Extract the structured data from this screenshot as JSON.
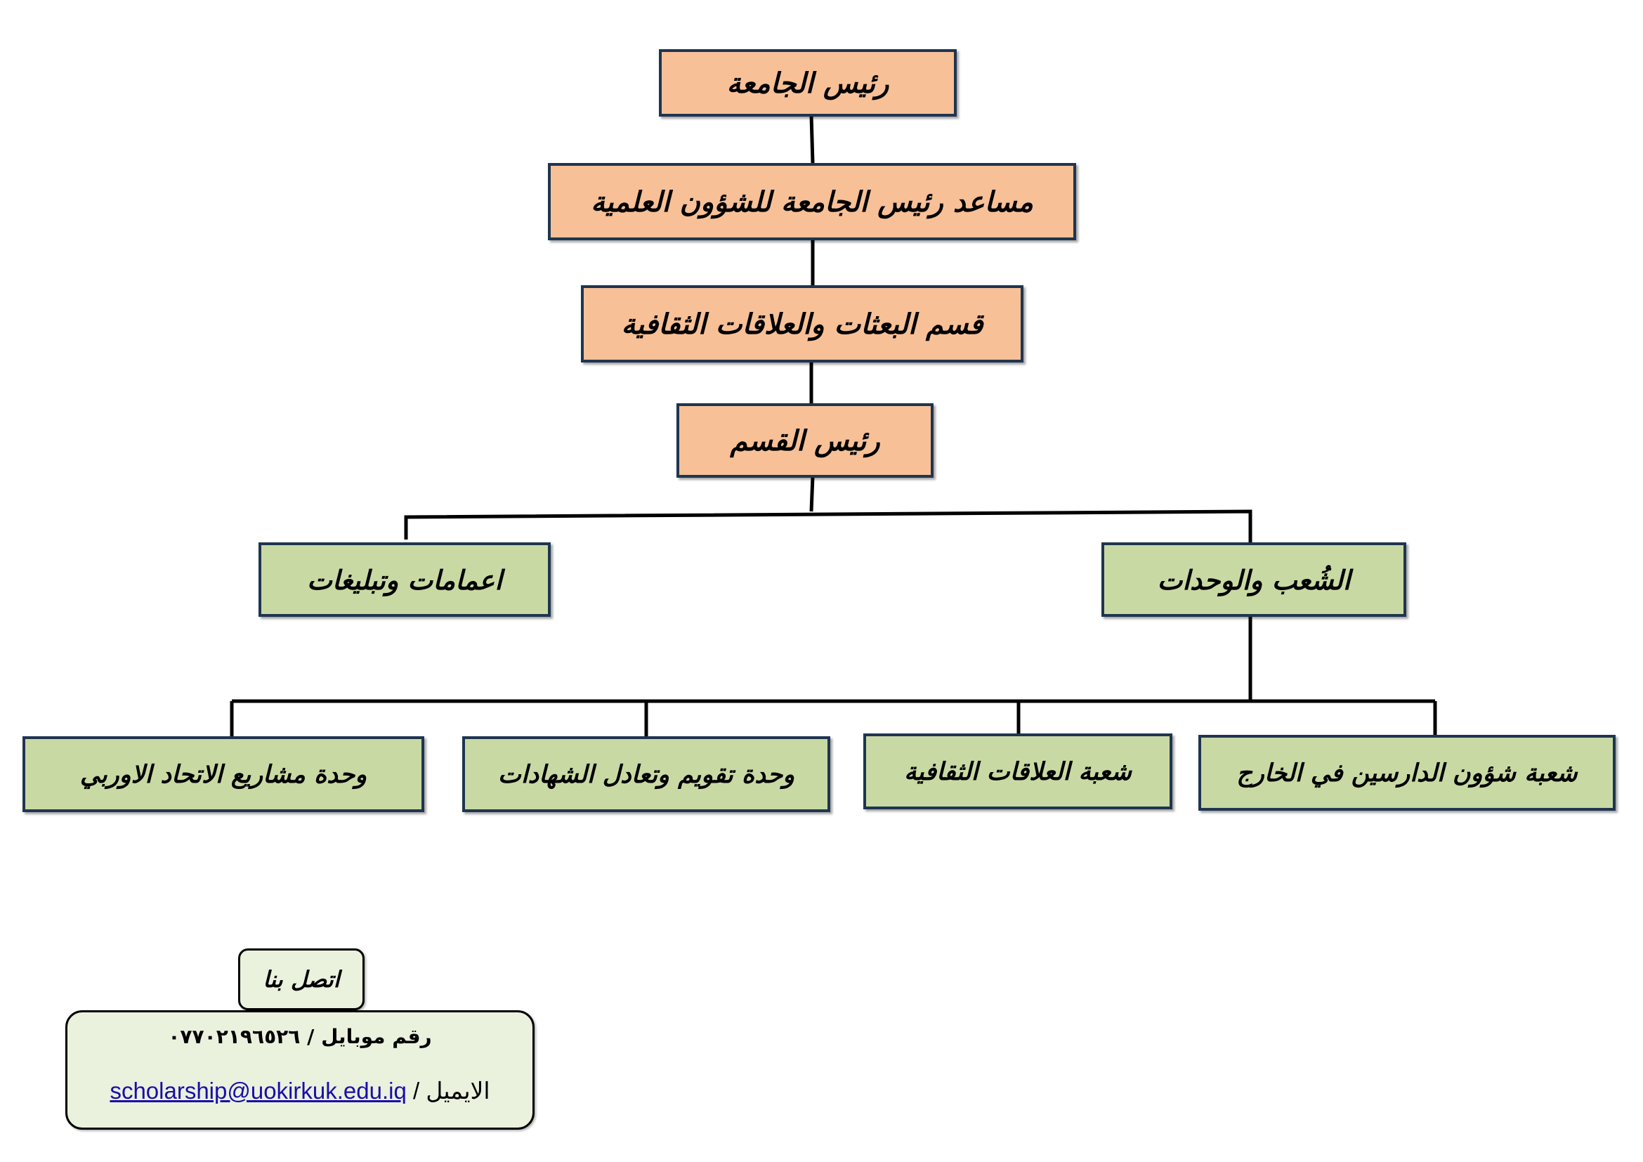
{
  "boxes": {
    "president": "رئيس الجامعة",
    "assistant": "مساعد رئيس الجامعة للشؤون العلمية",
    "department": "قسم البعثات والعلاقات الثقافية",
    "head": "رئيس القسم",
    "sections": "الشُعب والوحدات",
    "circulars": "اعمامات وتبليغات",
    "students_abroad": "شعبة شؤون الدارسين في الخارج",
    "cultural_relations": "شعبة العلاقات الثقافية",
    "certificate_evaluation": "وحدة تقويم وتعادل الشهادات",
    "eu_projects": "وحدة مشاريع الاتحاد الاوربي"
  },
  "contact": {
    "title": "اتصل بنا",
    "phone_label": "رقم موبايل /",
    "phone": "٠٧٧٠٢١٩٦٥٢٦",
    "email_label": "الايميل /",
    "email": "scholarship@uokirkuk.edu.iq"
  },
  "colors": {
    "upper_boxes": "#f8c097",
    "lower_boxes": "#c9d9a3",
    "border": "#1f3550",
    "contact_bg": "#eaf1dd"
  }
}
